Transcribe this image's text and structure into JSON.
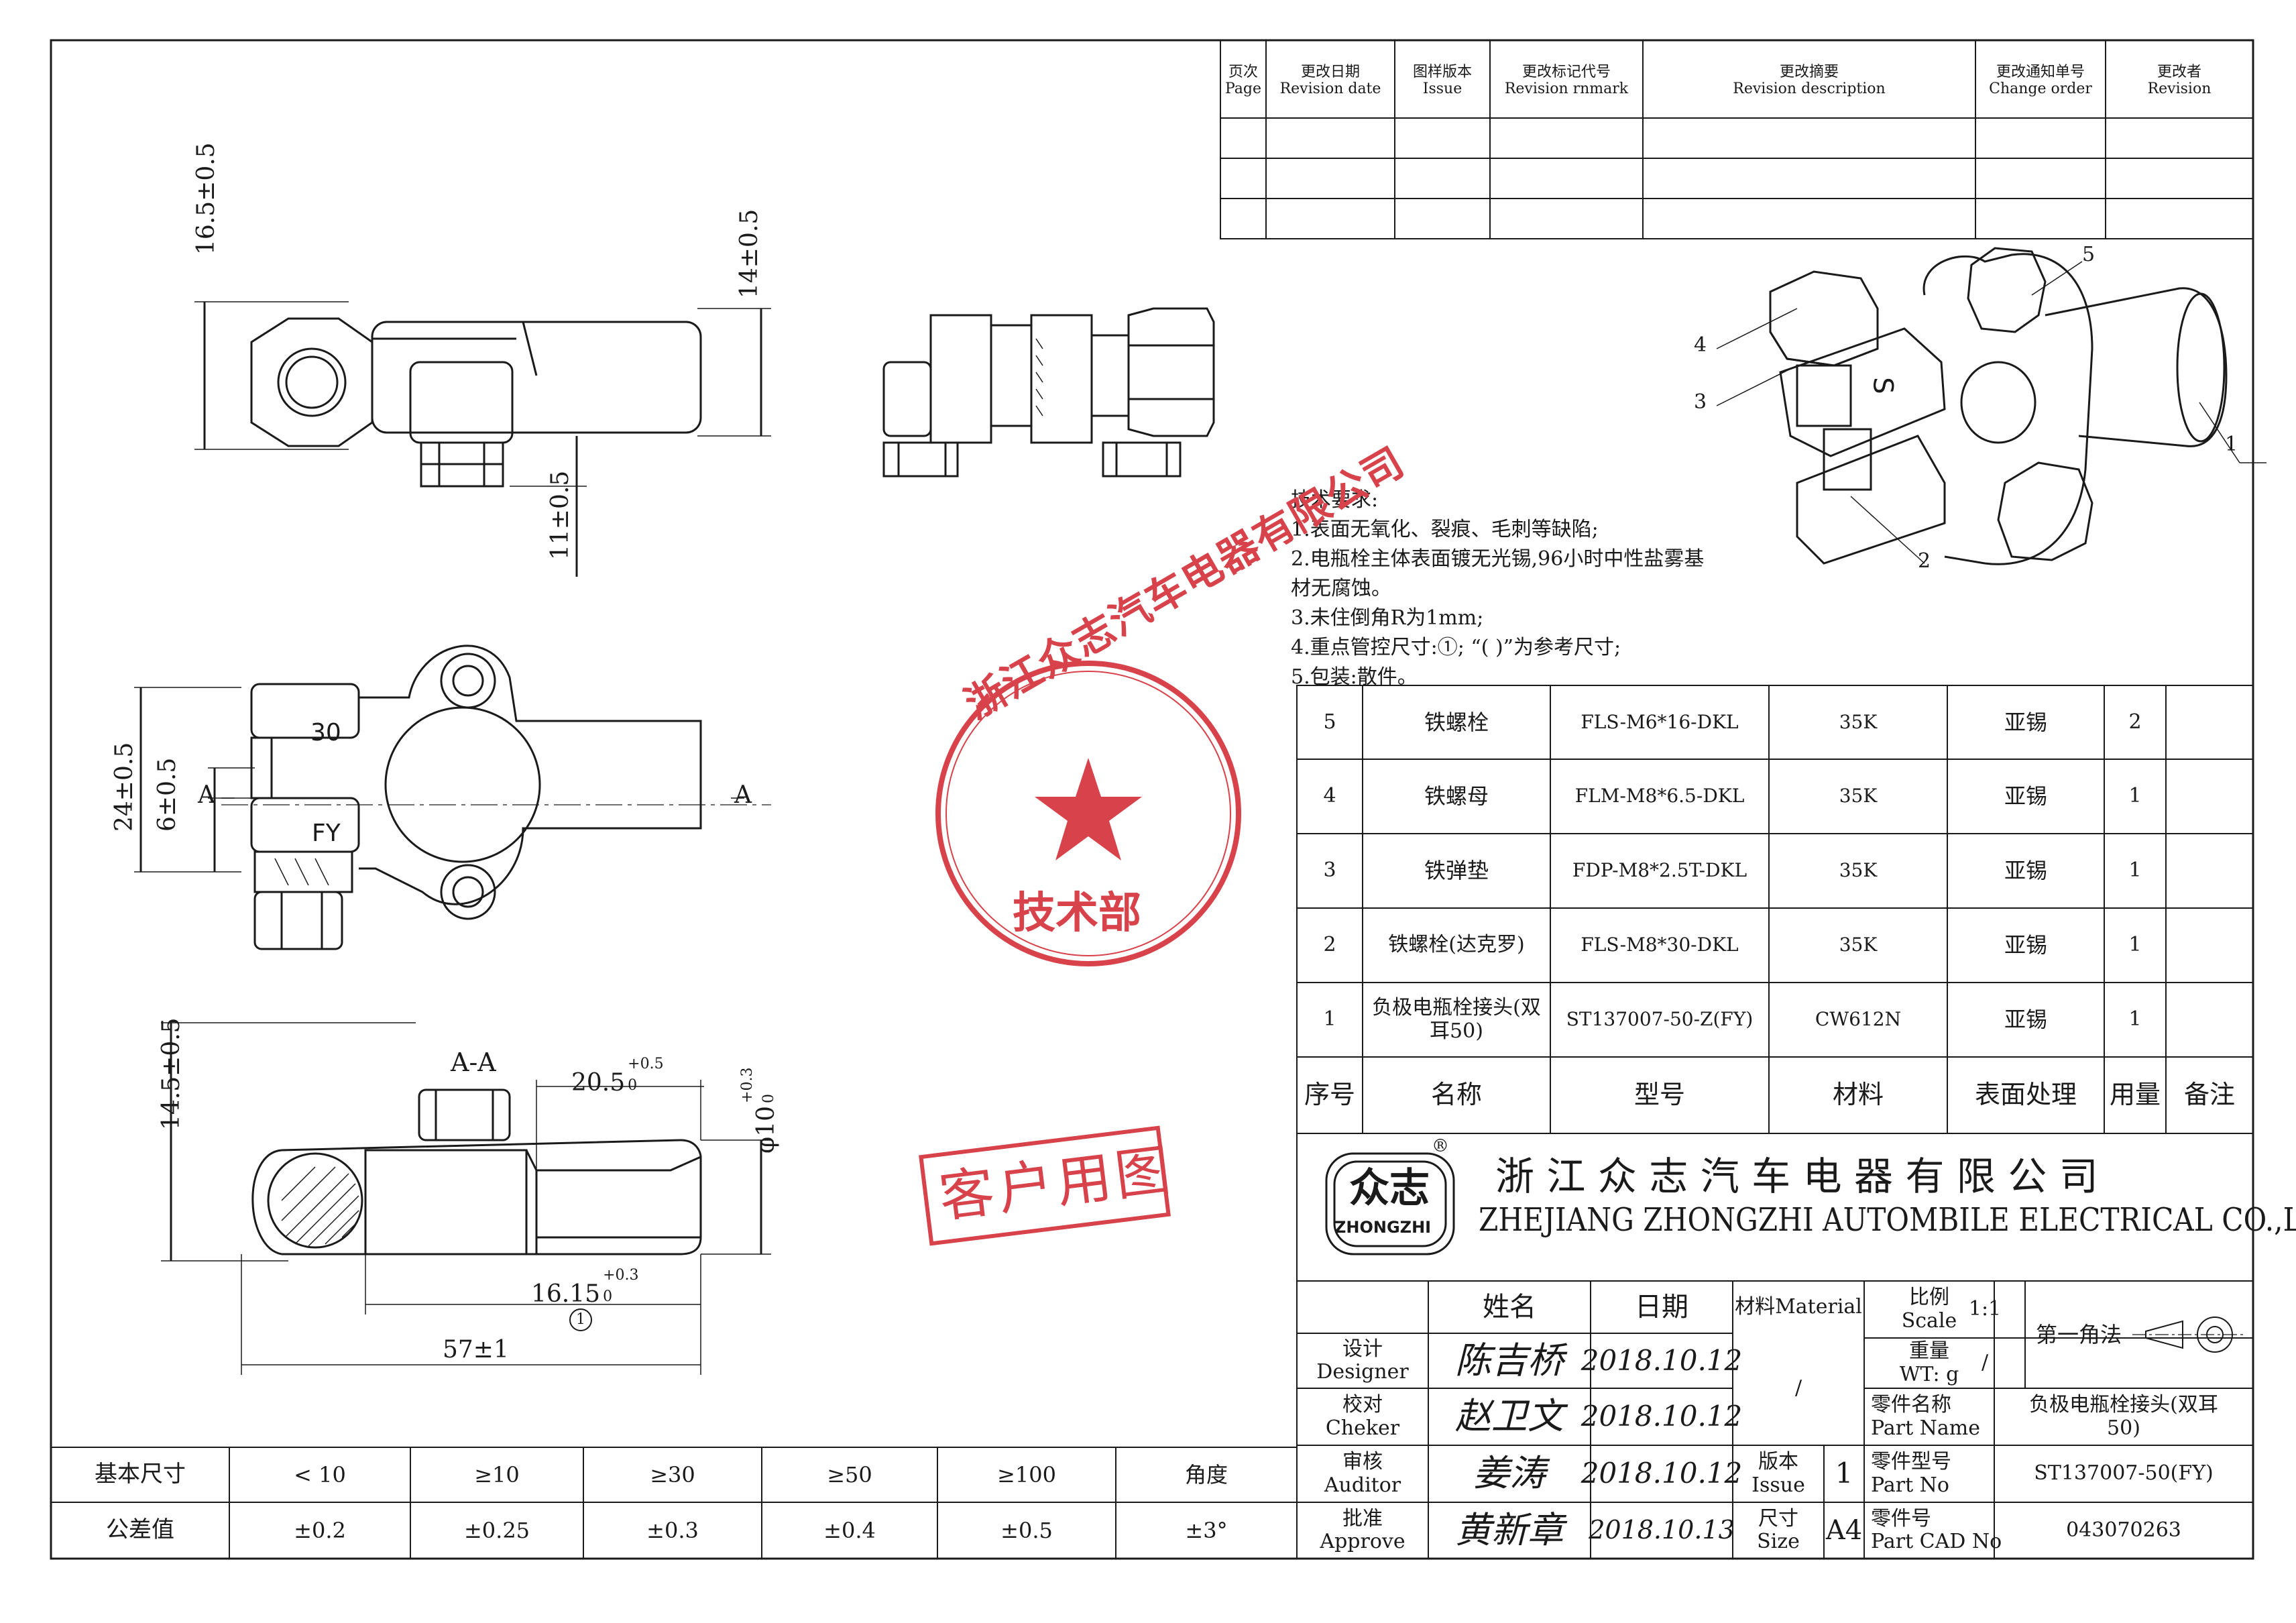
{
  "revision_table": {
    "headers": [
      {
        "cn": "页次",
        "en": "Page"
      },
      {
        "cn": "更改日期",
        "en": "Revision date"
      },
      {
        "cn": "图样版本",
        "en": "Issue"
      },
      {
        "cn": "更改标记代号",
        "en": "Revision rnmark"
      },
      {
        "cn": "更改摘要",
        "en": "Revision description"
      },
      {
        "cn": "更改通知单号",
        "en": "Change order"
      },
      {
        "cn": "更改者",
        "en": "Revision"
      }
    ]
  },
  "dimensions": {
    "d_16_5": "16.5±0.5",
    "d_14": "14±0.5",
    "d_11": "11±0.5",
    "d_24": "24±0.5",
    "d_6": "6±0.5",
    "d_14_5": "14.5±0.5",
    "section_label": "A-A",
    "section_mark": "A",
    "d_20_5_main": "20.5",
    "d_20_5_tol_up": "+0.5",
    "d_20_5_tol_low": "0",
    "d_phi10_main": "φ10",
    "d_phi10_tol_up": "+0.3",
    "d_phi10_tol_low": "0",
    "d_16_15_main": "16.15",
    "d_16_15_tol_up": "+0.3",
    "d_16_15_tol_low": "0",
    "d_16_15_key": "1",
    "d_57": "57±1",
    "stamp_30": "30",
    "stamp_fy": "FY",
    "stamp_s": "S"
  },
  "callouts": [
    "1",
    "2",
    "3",
    "4",
    "5"
  ],
  "tech_requirements": {
    "title": "技术要求:",
    "items": [
      "1.表面无氧化、裂痕、毛刺等缺陷;",
      "2.电瓶栓主体表面镀无光锡,96小时中性盐雾基",
      "材无腐蚀。",
      "3.未住倒角R为1mm;",
      "4.重点管控尺寸:①; “( )”为参考尺寸;",
      "5.包装:散件。"
    ]
  },
  "stamp": {
    "company": "浙江众志汽车电器有限公司",
    "dept": "技术部",
    "customer": "客户用图"
  },
  "bom": {
    "rows": [
      {
        "no": "5",
        "name": "铁螺栓",
        "model": "FLS-M6*16-DKL",
        "material": "35K",
        "surface": "亚锡",
        "qty": "2",
        "note": ""
      },
      {
        "no": "4",
        "name": "铁螺母",
        "model": "FLM-M8*6.5-DKL",
        "material": "35K",
        "surface": "亚锡",
        "qty": "1",
        "note": ""
      },
      {
        "no": "3",
        "name": "铁弹垫",
        "model": "FDP-M8*2.5T-DKL",
        "material": "35K",
        "surface": "亚锡",
        "qty": "1",
        "note": ""
      },
      {
        "no": "2",
        "name": "铁螺栓(达克罗)",
        "model": "FLS-M8*30-DKL",
        "material": "35K",
        "surface": "亚锡",
        "qty": "1",
        "note": ""
      },
      {
        "no": "1",
        "name": "负极电瓶栓接头(双耳50)",
        "model": "ST137007-50-Z(FY)",
        "material": "CW612N",
        "surface": "亚锡",
        "qty": "1",
        "note": ""
      }
    ],
    "headers": {
      "no": "序号",
      "name": "名称",
      "model": "型号",
      "material": "材料",
      "surface": "表面处理",
      "qty": "用量",
      "note": "备注"
    }
  },
  "company": {
    "logo_cn": "众志",
    "logo_en": "ZHONGZHI",
    "registered": "®",
    "name_cn": "浙 江 众 志 汽 车 电 器 有 限 公 司",
    "name_en": "ZHEJIANG ZHONGZHI AUTOMBILE ELECTRICAL CO.,Ltd"
  },
  "title_block": {
    "col_name": "姓名",
    "col_date": "日期",
    "material_label": "材料Material",
    "material_value": "/",
    "scale_label_cn": "比例",
    "scale_label_en": "Scale",
    "scale_value": "1:1",
    "projection_label": "第一角法",
    "weight_label_cn": "重量",
    "weight_label_en": "WT: g",
    "weight_value": "/",
    "designer_cn": "设计",
    "designer_en": "Designer",
    "designer_name": "陈吉桥",
    "designer_date": "2018.10.12",
    "checker_cn": "校对",
    "checker_en": "Cheker",
    "checker_name": "赵卫文",
    "checker_date": "2018.10.12",
    "auditor_cn": "审核",
    "auditor_en": "Auditor",
    "auditor_name": "姜涛",
    "auditor_date": "2018.10.12",
    "approve_cn": "批准",
    "approve_en": "Approve",
    "approve_name": "黄新章",
    "approve_date": "2018.10.13",
    "issue_cn": "版本",
    "issue_en": "Issue",
    "issue_value": "1",
    "size_cn": "尺寸",
    "size_en": "Size",
    "size_value": "A4",
    "part_name_cn": "零件名称",
    "part_name_en": "Part Name",
    "part_name_value_1": "负极电瓶栓接头(双耳",
    "part_name_value_2": "50)",
    "part_no_cn": "零件型号",
    "part_no_en": "Part No",
    "part_no_value": "ST137007-50(FY)",
    "part_cad_cn": "零件号",
    "part_cad_en": "Part CAD No",
    "part_cad_value": "043070263"
  },
  "tolerance_table": {
    "row1_label": "基本尺寸",
    "row2_label": "公差值",
    "sizes": [
      "< 10",
      "≥10",
      "≥30",
      "≥50",
      "≥100",
      "角度"
    ],
    "tolerances": [
      "±0.2",
      "±0.25",
      "±0.3",
      "±0.4",
      "±0.5",
      "±3°"
    ]
  }
}
